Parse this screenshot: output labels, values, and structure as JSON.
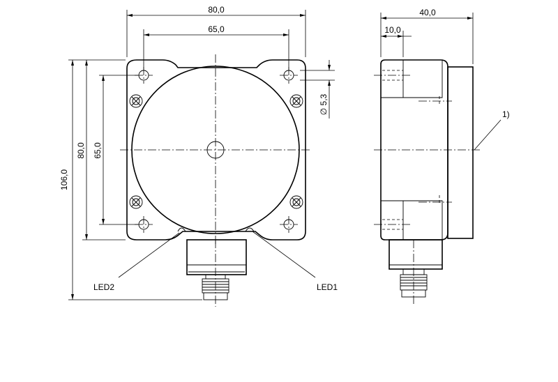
{
  "drawing": {
    "front_view": {
      "dim_width_overall": "80,0",
      "dim_width_holes": "65,0",
      "dim_height_overall": "106,0",
      "dim_height_body": "80,0",
      "dim_height_holes": "65,0",
      "dim_hole_diameter": "∅ 5,3",
      "led_left_label": "LED2",
      "led_right_label": "LED1"
    },
    "side_view": {
      "dim_depth_overall": "40,0",
      "dim_depth_step": "10,0",
      "note_marker": "1)"
    }
  }
}
